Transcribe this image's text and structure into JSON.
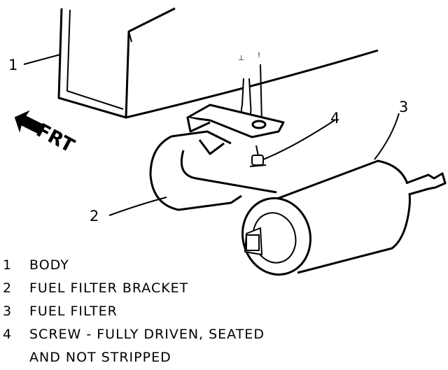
{
  "callouts": {
    "c1": "1",
    "c2": "2",
    "c3": "3",
    "c4": "4"
  },
  "direction_label": "FRT",
  "legend": [
    {
      "num": "1",
      "text": "BODY"
    },
    {
      "num": "2",
      "text": "FUEL FILTER BRACKET"
    },
    {
      "num": "3",
      "text": "FUEL FILTER"
    },
    {
      "num": "4",
      "text": "SCREW - FULLY DRIVEN, SEATED"
    },
    {
      "num": "",
      "text": "AND NOT STRIPPED"
    }
  ]
}
